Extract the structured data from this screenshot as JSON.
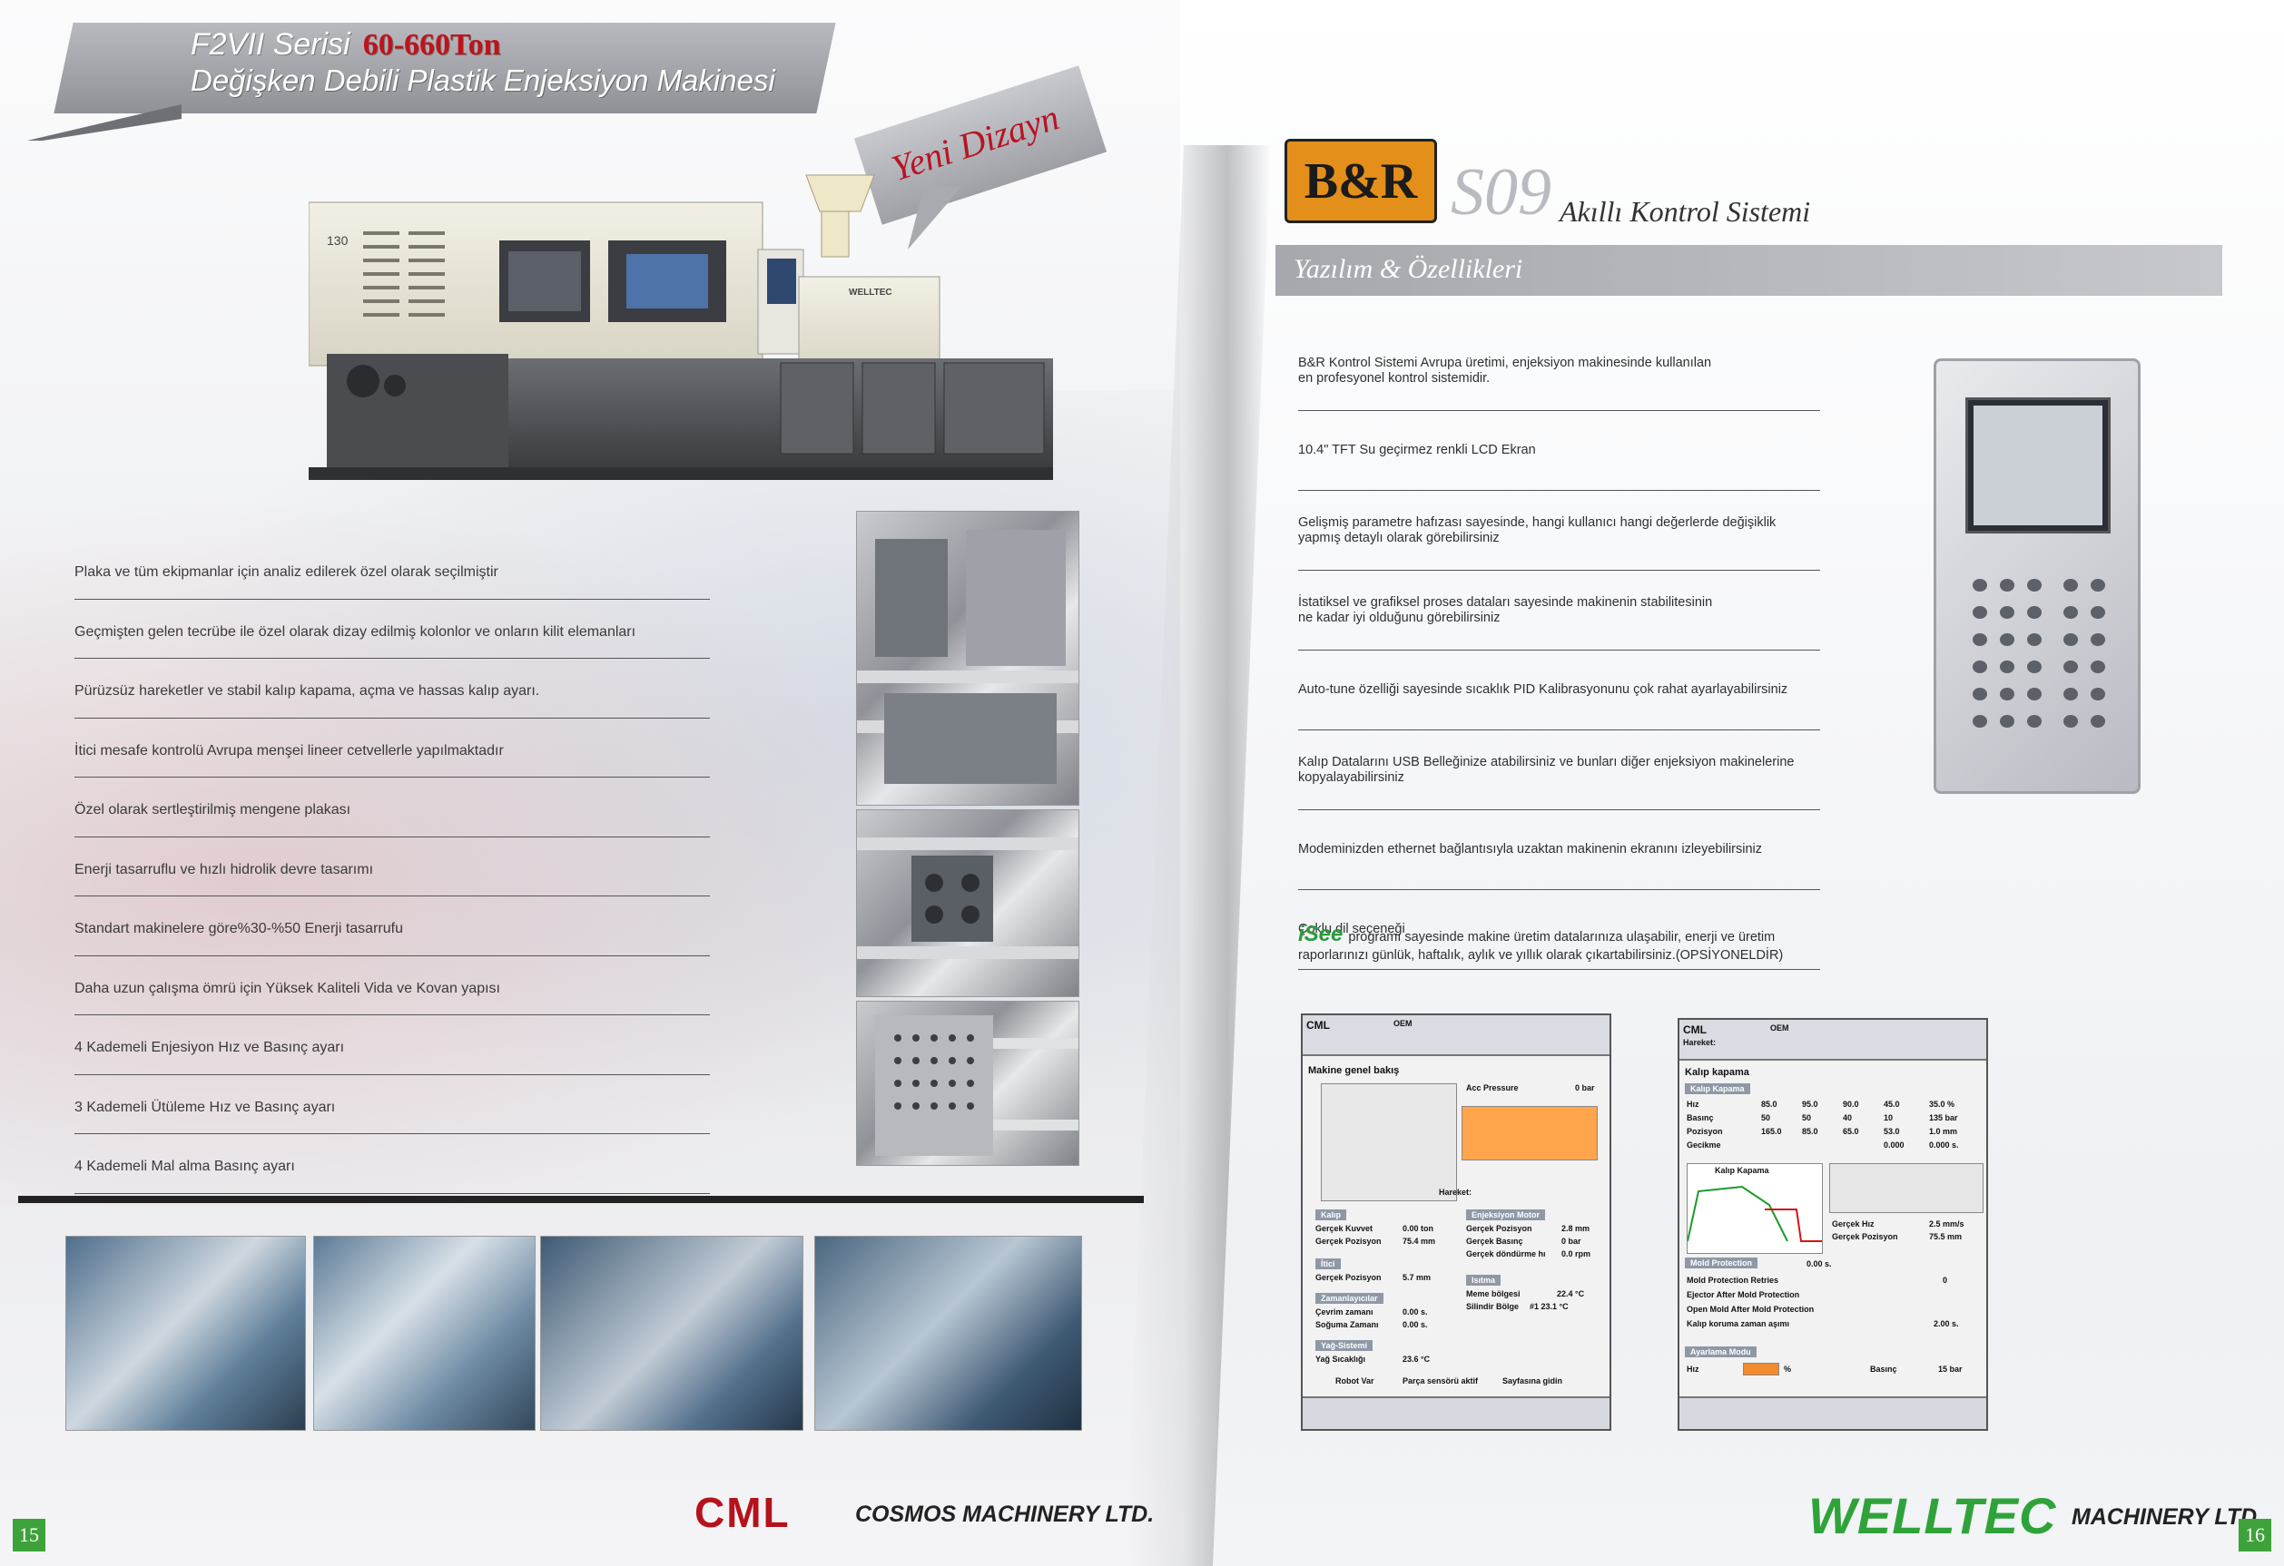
{
  "left": {
    "title_series": "F2VII Serisi",
    "title_tonnage": "60-660Ton",
    "title_sub": "Değişken Debili Plastik Enjeksiyon Makinesi",
    "badge": "Yeni Dizayn",
    "machine_model": "130",
    "machine_brand": "WELLTEC",
    "features": [
      "Plaka ve tüm ekipmanlar için analiz edilerek özel olarak seçilmiştir",
      "Geçmişten gelen tecrübe ile özel olarak dizay edilmiş kolonlor ve onların kilit elemanları",
      "Pürüzsüz hareketler ve stabil kalıp kapama, açma ve hassas kalıp ayarı.",
      "İtici mesafe kontrolü Avrupa menşei lineer cetvellerle yapılmaktadır",
      "Özel olarak sertleştirilmiş mengene plakası",
      "Enerji tasarruflu ve hızlı hidrolik devre tasarımı",
      "Standart makinelere göre%30-%50 Enerji tasarrufu",
      "Daha uzun çalışma ömrü için Yüksek Kaliteli Vida ve Kovan yapısı",
      "4 Kademeli Enjesiyon Hız ve Basınç ayarı",
      "3 Kademeli Ütüleme Hız ve  Basınç ayarı",
      "4 Kademeli Mal alma  Basınç ayarı"
    ],
    "company_logo": "CML",
    "company_name": "COSMOS MACHINERY LTD.",
    "page_number": "15"
  },
  "right": {
    "brand_logo": "B&R",
    "model": "S09",
    "model_sub": "Akıllı Kontrol Sistemi",
    "section_title": "Yazılım & Özellikleri",
    "specs": [
      [
        "B&R Kontrol Sistemi Avrupa üretimi, enjeksiyon makinesinde kullanılan",
        "en profesyonel kontrol sistemidir."
      ],
      [
        "10.4\" TFT Su geçirmez renkli LCD Ekran"
      ],
      [
        "Gelişmiş parametre hafızası sayesinde, hangi kullanıcı hangi değerlerde değişiklik",
        "yapmış detaylı olarak görebilirsiniz"
      ],
      [
        "İstatiksel ve grafiksel proses dataları sayesinde makinenin stabilitesinin",
        "ne kadar iyi olduğunu görebilirsiniz"
      ],
      [
        "Auto-tune özelliği sayesinde sıcaklık PID Kalibrasyonunu çok rahat ayarlayabilirsiniz"
      ],
      [
        "Kalıp Datalarını USB Belleğinize atabilirsiniz ve bunları diğer enjeksiyon makinelerine",
        "kopyalayabilirsiniz"
      ],
      [
        "Modeminizden ethernet bağlantısıyla uzaktan makinenin ekranını izleyebilirsiniz"
      ],
      [
        "Çoklu dil seçeneği"
      ]
    ],
    "isee_logo": "iSee",
    "isee_line1": "programı sayesinde makine üretim datalarınıza ulaşabilir, enerji ve üretim",
    "isee_line2": "raporlarınızı günlük, haftalık, aylık ve yıllık olarak çıkartabilirsiniz.(OPSİYONELDİR)",
    "hmi1": {
      "hdr_left": "CML",
      "hdr_mode": "OEM",
      "title": "Makine genel bakış",
      "acc_pressure": "Acc Pressure",
      "acc_value": "0 bar",
      "hareket": "Hareket:",
      "kalip": "Kalıp",
      "gercek_kuvvet": "Gerçek Kuvvet",
      "gercek_kuvvet_v": "0.00  ton",
      "gercek_pozisyon": "Gerçek Pozisyon",
      "gercek_pozisyon_v": "75.4  mm",
      "itici": "İtici",
      "itici_poz_v": "5.7  mm",
      "zamanlayicilar": "Zamanlayıcılar",
      "cevrim": "Çevrim zamanı",
      "cevrim_v": "0.00  s.",
      "sogutma": "Soğuma Zamanı",
      "sogutma_v": "0.00  s.",
      "yag_sistemi": "Yağ-Sistemi",
      "yag_sicak": "Yağ Sıcaklığı",
      "yag_sicak_v": "23.6  °C",
      "enj_motor": "Enjeksiyon Motor",
      "enj_poz": "Gerçek Pozisyon",
      "enj_poz_v": "2.8  mm",
      "enj_basinc": "Gerçek Basınç",
      "enj_basinc_v": "0  bar",
      "enj_dondurme": "Gerçek döndürme hı",
      "enj_dondurme_v": "0.0  rpm",
      "isitma": "Isıtma",
      "meme": "Meme bölgesi",
      "meme_v": "22.4  °C",
      "silindir": "Silindir Bölge",
      "silindir_v": "#1   23.1  °C",
      "robot": "Robot Var",
      "parca": "Parça sensörü aktif",
      "sayfa": "Sayfasına gidin"
    },
    "hmi2": {
      "hdr_left": "CML",
      "hdr_sub": "Hareket:",
      "hdr_mode": "OEM",
      "title": "Kalıp kapama",
      "tbl_title": "Kalıp Kapama",
      "rows": [
        [
          "Hız",
          "85.0",
          "95.0",
          "90.0",
          "45.0",
          "35.0 %"
        ],
        [
          "Basınç",
          "50",
          "50",
          "40",
          "10",
          "135 bar"
        ],
        [
          "Pozisyon",
          "165.0",
          "85.0",
          "65.0",
          "53.0",
          "1.0 mm"
        ],
        [
          "Gecikme",
          "",
          "",
          "",
          "0.000",
          "0.000 s."
        ]
      ],
      "graph_title": "Kalıp Kapama",
      "gercek_hiz": "Gerçek Hız",
      "gercek_hiz_v": "2.5  mm/s",
      "gercek_poz": "Gerçek Pozisyon",
      "gercek_poz_v": "75.5  mm",
      "mold_prot": "Mold Protection",
      "mold_prot_v": "0.00  s.",
      "retries": "Mold Protection Retries",
      "retries_v": "0",
      "ejector": "Ejector After Mold Protection",
      "open_mold": "Open Mold After Mold Protection",
      "koruma": "Kalıp koruma zaman aşımı",
      "koruma_v": "2.00  s.",
      "ayarlama": "Ayarlama Modu",
      "hiz": "Hız",
      "hiz_pct": "%",
      "basinc": "Basınç",
      "basinc_v": "15  bar"
    },
    "company_logo": "WELLTEC",
    "company_name": "MACHINERY LTD.",
    "page_number": "16"
  },
  "colors": {
    "accent_red": "#c0121b",
    "welltec_green": "#2fa33a",
    "br_orange": "#e38f1a",
    "banner_grey": "#a6a8ae"
  }
}
